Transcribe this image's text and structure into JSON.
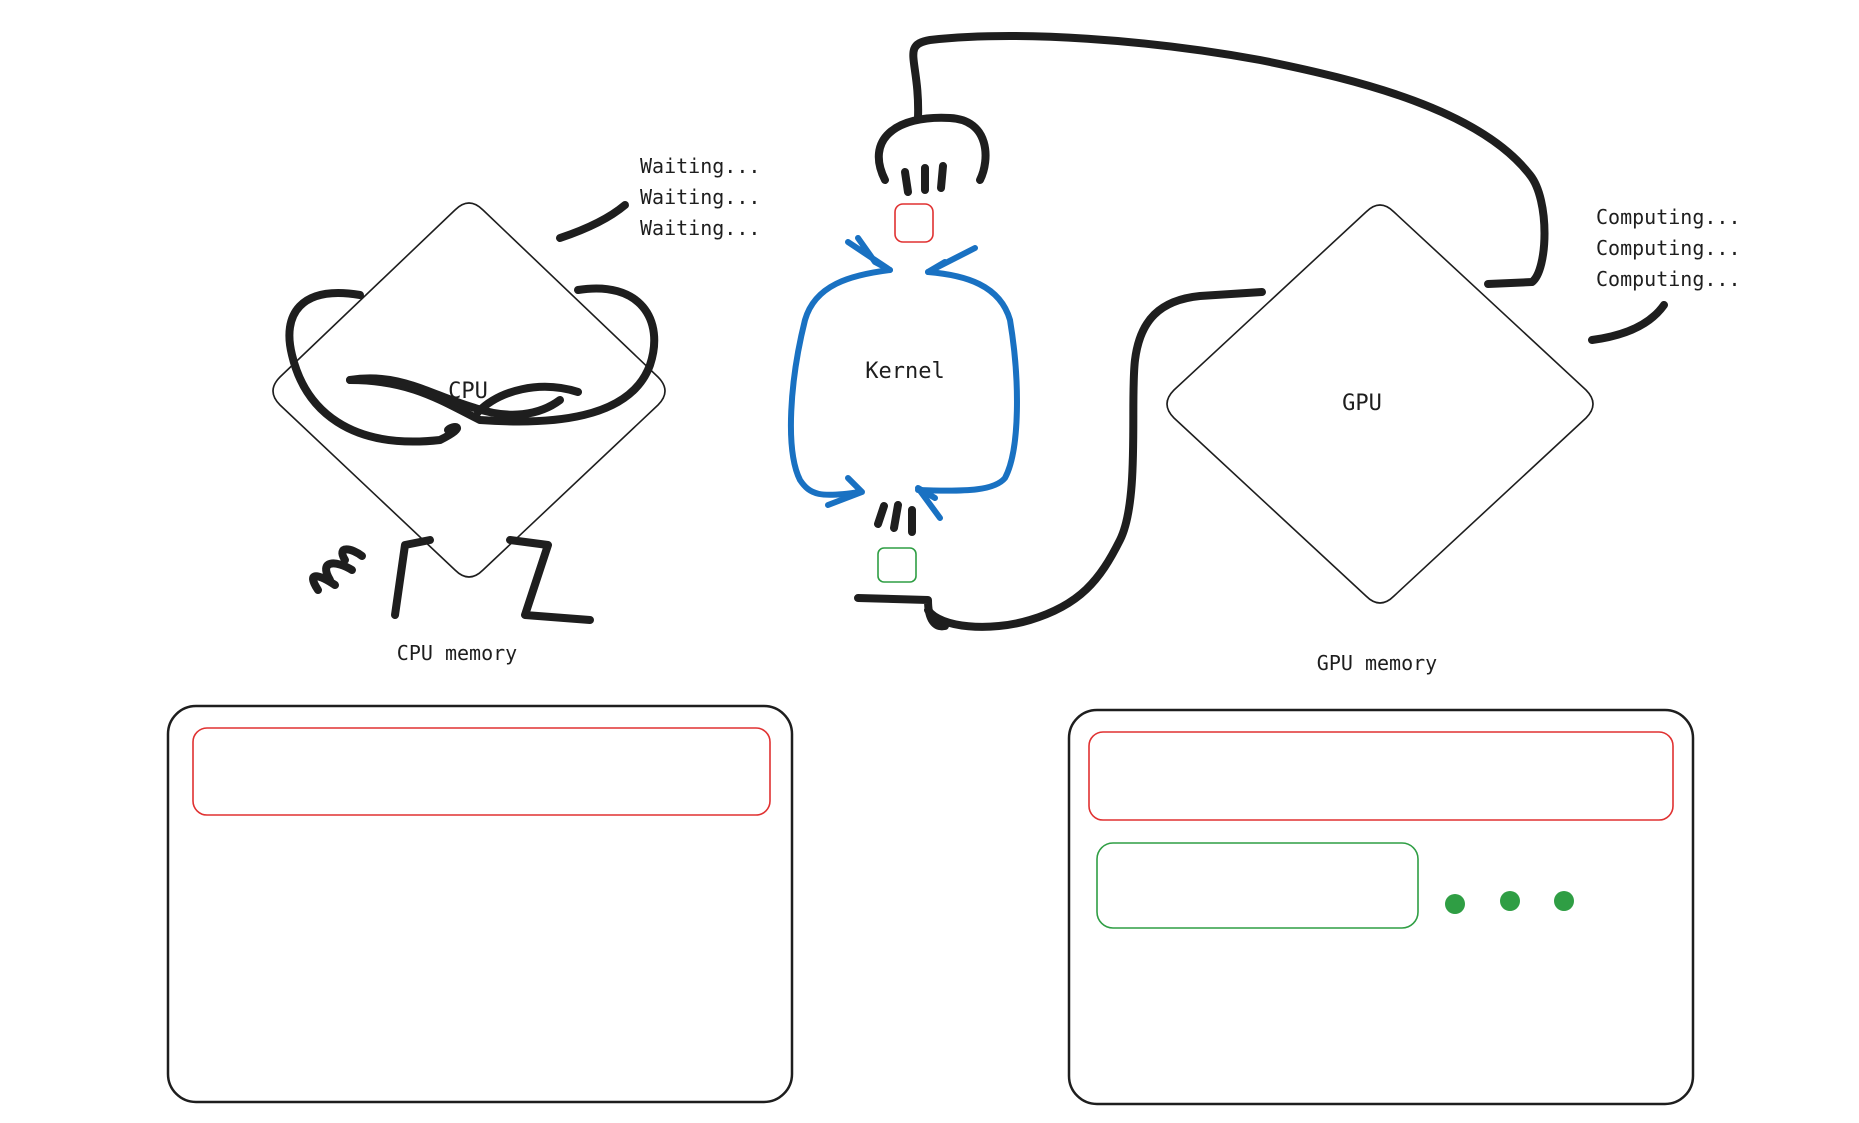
{
  "cpu": {
    "label": "CPU",
    "status_lines": [
      "Waiting...",
      "Waiting...",
      "Waiting..."
    ],
    "memory_label": "CPU memory"
  },
  "kernel": {
    "label": "Kernel"
  },
  "gpu": {
    "label": "GPU",
    "status_lines": [
      "Computing...",
      "Computing...",
      "Computing..."
    ],
    "memory_label": "GPU memory"
  },
  "colors": {
    "ink": "#1e1e1e",
    "kernel_blue": "#1971c2",
    "red_block": "#e03131",
    "green_block": "#2f9e44",
    "ellipsis_dots": "#2f9e44"
  }
}
